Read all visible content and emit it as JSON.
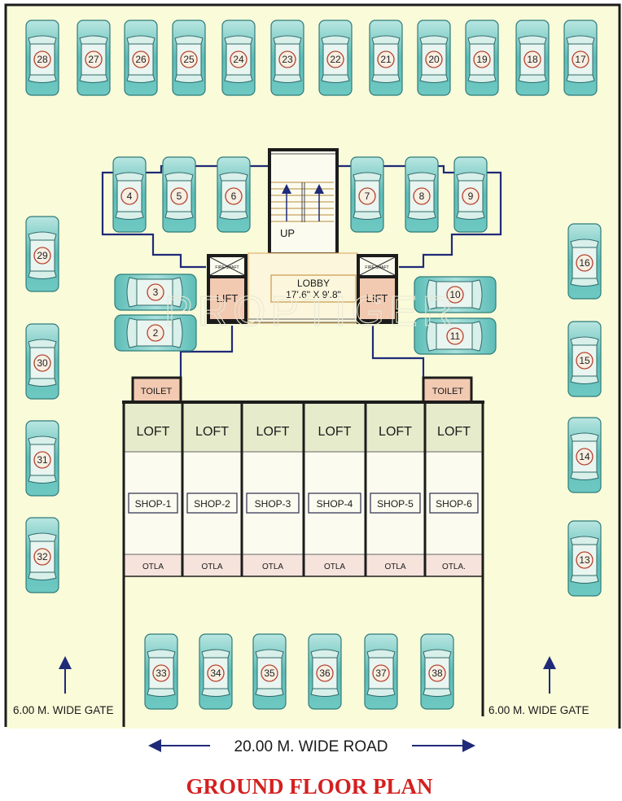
{
  "plan": {
    "title": "GROUND FLOOR PLAN",
    "road_label": "20.00 M. WIDE ROAD",
    "gate_left_label": "6.00 M. WIDE GATE",
    "gate_right_label": "6.00 M. WIDE GATE",
    "stair_label": "UP",
    "lobby_label": "LOBBY",
    "lobby_size": "17'.6\" X 9'.8\"",
    "lift_left": "LIFT",
    "lift_right": "LIFT",
    "fire_shaft_left": "FIRE SHAFT",
    "fire_shaft_right": "FIRE SHAFT",
    "toilet_left": "TOILET",
    "toilet_right": "TOILET",
    "watermark": "PROPTIGER"
  },
  "shops": [
    {
      "loft": "LOFT",
      "name": "SHOP-1",
      "otla": "OTLA"
    },
    {
      "loft": "LOFT",
      "name": "SHOP-2",
      "otla": "OTLA"
    },
    {
      "loft": "LOFT",
      "name": "SHOP-3",
      "otla": "OTLA"
    },
    {
      "loft": "LOFT",
      "name": "SHOP-4",
      "otla": "OTLA"
    },
    {
      "loft": "LOFT",
      "name": "SHOP-5",
      "otla": "OTLA"
    },
    {
      "loft": "LOFT",
      "name": "SHOP-6",
      "otla": "OTLA."
    }
  ],
  "parking": {
    "top_row": [
      "28",
      "27",
      "26",
      "25",
      "24",
      "23",
      "22",
      "21",
      "20",
      "19",
      "18",
      "17"
    ],
    "inner_row": [
      "4",
      "5",
      "6",
      "7",
      "8",
      "9"
    ],
    "lobby_left": [
      "3",
      "2"
    ],
    "lobby_right": [
      "10",
      "11"
    ],
    "left_column": [
      "29",
      "30",
      "31",
      "32"
    ],
    "right_column": [
      "16",
      "15",
      "14",
      "13"
    ],
    "bottom_row": [
      "33",
      "34",
      "35",
      "36",
      "37",
      "38"
    ]
  },
  "colors": {
    "background": "#f9fbd9",
    "car": "#63c2bd",
    "wall": "#1c1c1c",
    "outline": "#1f2a78",
    "lift": "#f2c9b1",
    "loft": "#e6eccb",
    "otla": "#f6e3dc",
    "title": "#d42020"
  }
}
